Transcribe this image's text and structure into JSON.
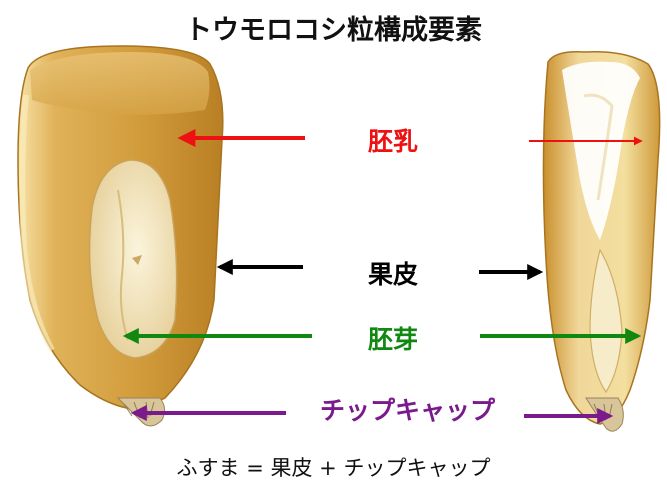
{
  "title": "トウモロコシ粒構成要素",
  "labels": {
    "endosperm": "胚乳",
    "pericarp": "果皮",
    "germ": "胚芽",
    "tip_cap": "チップキャップ"
  },
  "formula": "ふすま = 果皮 + チップキャップ",
  "colors": {
    "endosperm": "#ee1111",
    "pericarp": "#000000",
    "germ": "#118811",
    "tip_cap": "#7a1a8c",
    "kernel_gold": "#d9a640",
    "germ_cream": "#f3e7c3"
  }
}
